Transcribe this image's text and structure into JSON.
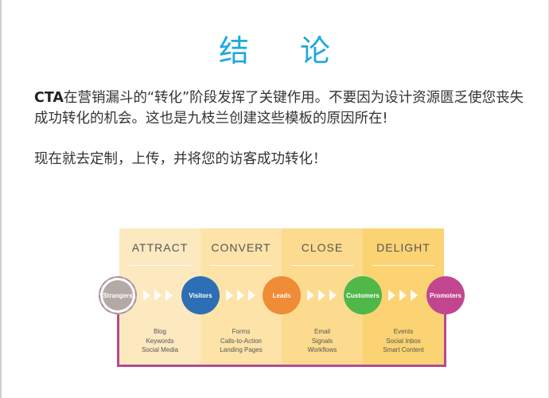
{
  "title": "结 论",
  "paragraphs": {
    "p1_brand": "CTA",
    "p1_text": "在营销漏斗的“转化”阶段发挥了关键作用。不要因为设计资源匮乏使您丧失成功转化的机会。这也是九枝兰创建这些模板的原因所在!",
    "p2_text": "现在就去定制，上传，并将您的访客成功转化！"
  },
  "diagram": {
    "stages": [
      {
        "label": "ATTRACT",
        "items": [
          "Blog",
          "Keywords",
          "Social Media"
        ],
        "color": "#fde9bf"
      },
      {
        "label": "CONVERT",
        "items": [
          "Forms",
          "Calls-to-Action",
          "Landing Pages"
        ],
        "color": "#fde3a8"
      },
      {
        "label": "CLOSE",
        "items": [
          "Email",
          "Signals",
          "Workflows"
        ],
        "color": "#fcdb8e"
      },
      {
        "label": "DELIGHT",
        "items": [
          "Events",
          "Social Inbox",
          "Smart Content"
        ],
        "color": "#fbd373"
      }
    ],
    "nodes": [
      {
        "label": "Strangers",
        "color": "#b3a9a5"
      },
      {
        "label": "Visitors",
        "color": "#2d6fb4"
      },
      {
        "label": "Leads",
        "color": "#f08b36"
      },
      {
        "label": "Customers",
        "color": "#4fb848"
      },
      {
        "label": "Promoters",
        "color": "#c2468f"
      }
    ],
    "bracket_color": "#b44a93"
  }
}
